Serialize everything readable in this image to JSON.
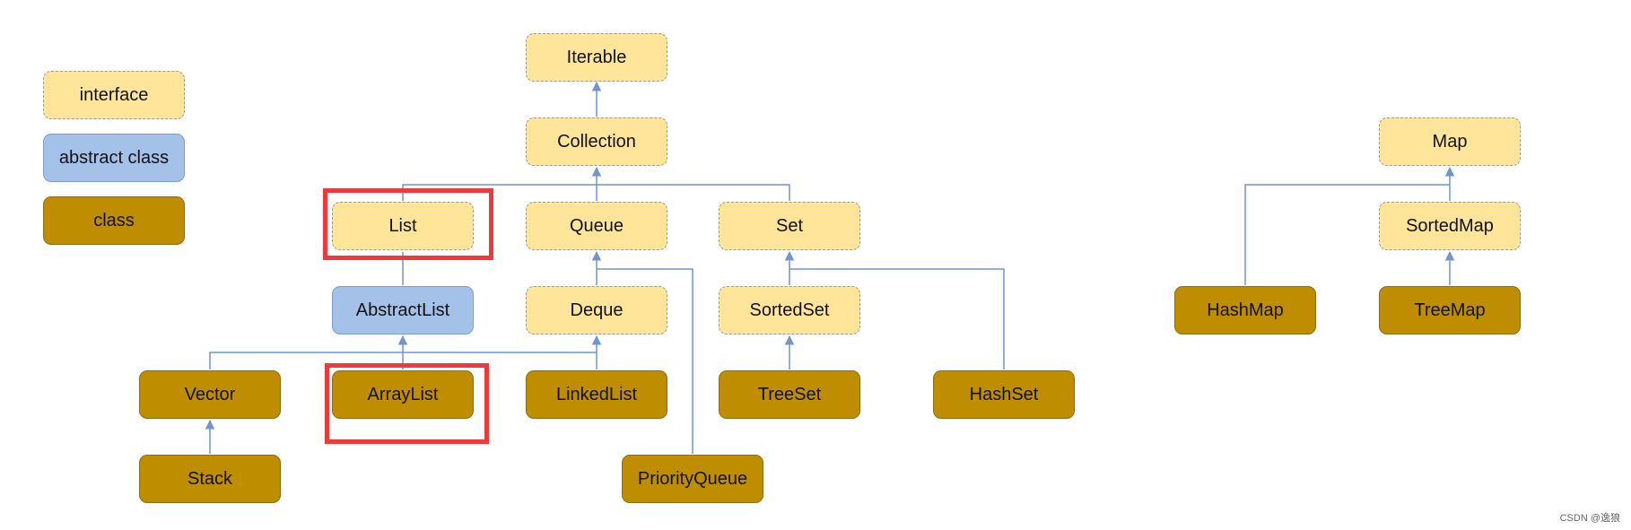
{
  "legend": {
    "interface": "interface",
    "abstract_class": "abstract class",
    "class": "class"
  },
  "nodes": {
    "iterable": "Iterable",
    "collection": "Collection",
    "list": "List",
    "queue": "Queue",
    "set": "Set",
    "abstract_list": "AbstractList",
    "deque": "Deque",
    "sorted_set": "SortedSet",
    "vector": "Vector",
    "array_list": "ArrayList",
    "linked_list": "LinkedList",
    "tree_set": "TreeSet",
    "hash_set": "HashSet",
    "stack": "Stack",
    "priority_queue": "PriorityQueue",
    "map": "Map",
    "sorted_map": "SortedMap",
    "hash_map": "HashMap",
    "tree_map": "TreeMap"
  },
  "colors": {
    "interface_fill": "#fee59a",
    "abstract_fill": "#a4c2e8",
    "class_fill": "#be8d00",
    "edge": "#6f96d1",
    "highlight": "#f0393a"
  },
  "watermark": "CSDN @逸狼"
}
